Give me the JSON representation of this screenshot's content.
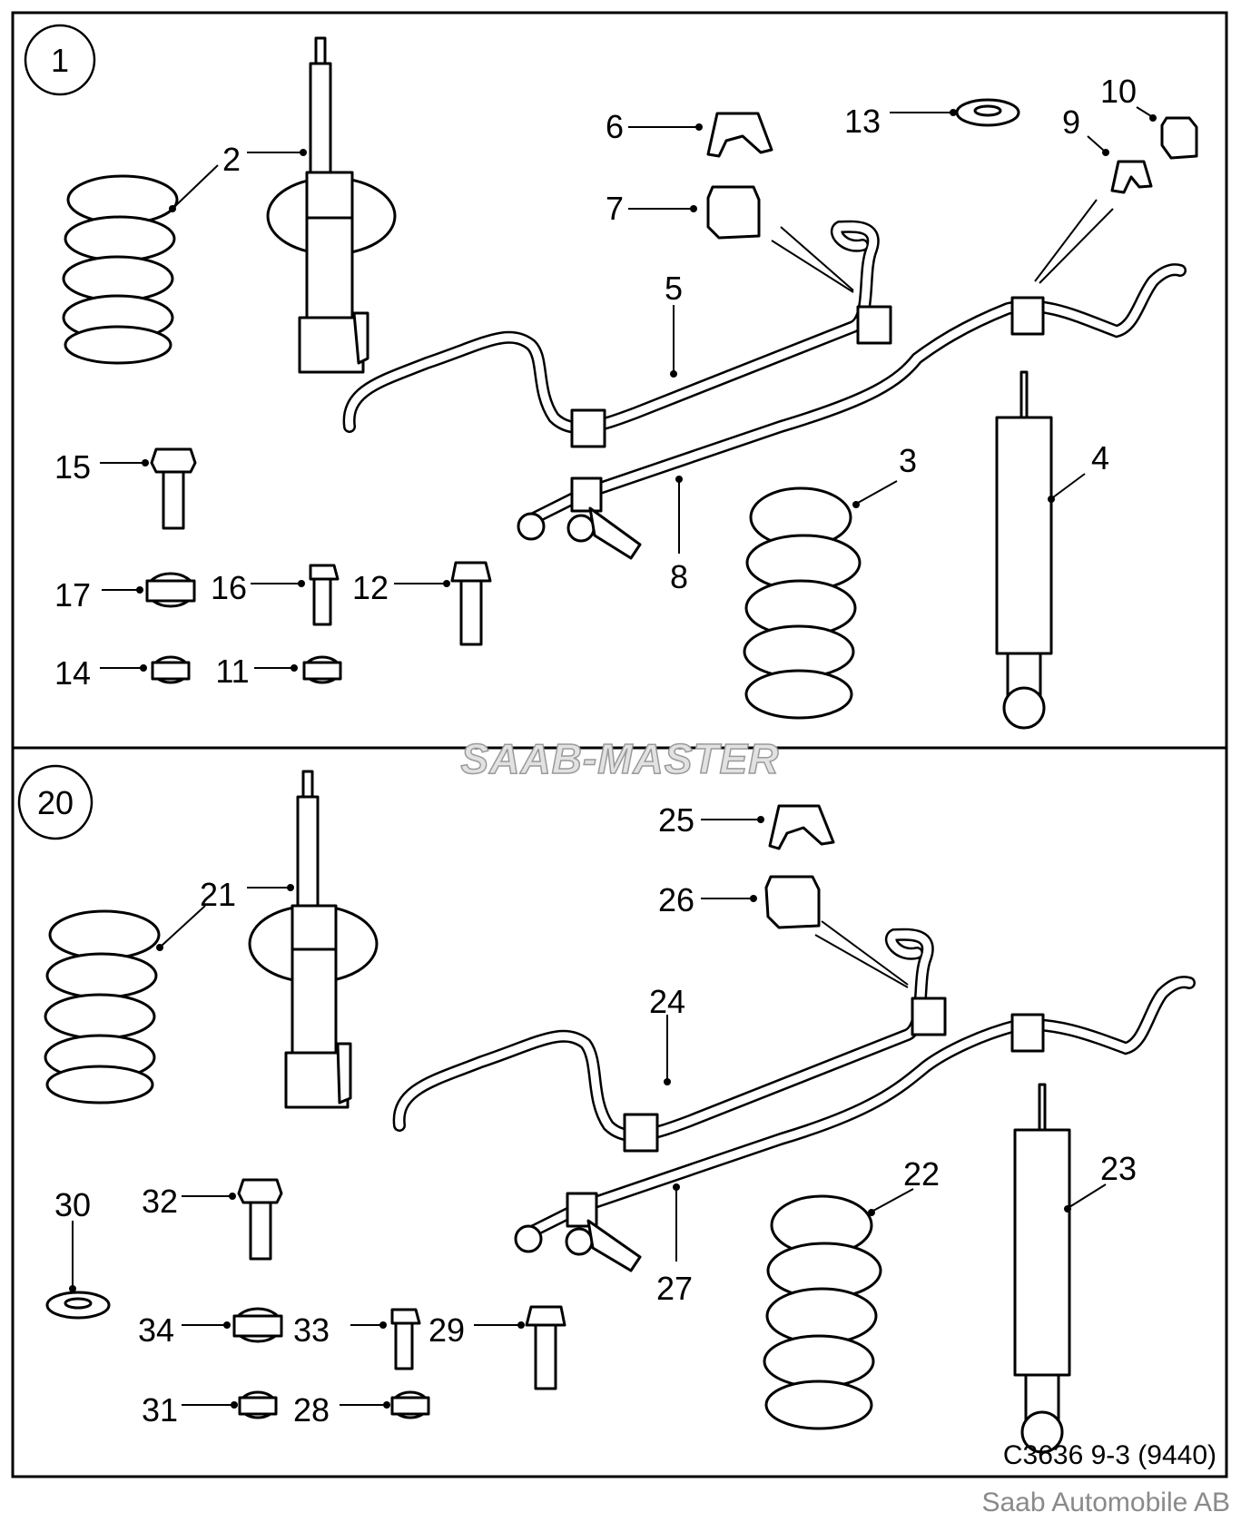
{
  "groups": [
    {
      "id": "1",
      "parts": [
        "2",
        "3",
        "4",
        "5",
        "6",
        "7",
        "8",
        "9",
        "10",
        "11",
        "12",
        "13",
        "14",
        "15",
        "16",
        "17"
      ]
    },
    {
      "id": "20",
      "parts": [
        "21",
        "22",
        "23",
        "24",
        "25",
        "26",
        "27",
        "28",
        "29",
        "30",
        "31",
        "32",
        "33",
        "34"
      ]
    }
  ],
  "watermark": "SAAB-MASTER",
  "drawing_code": "C3636 9-3 (9440)",
  "copyright": "Saab Automobile AB",
  "colors": {
    "ink": "#000000",
    "watermark_fill": "#e2e2e2",
    "credit": "#8a8a8a"
  }
}
